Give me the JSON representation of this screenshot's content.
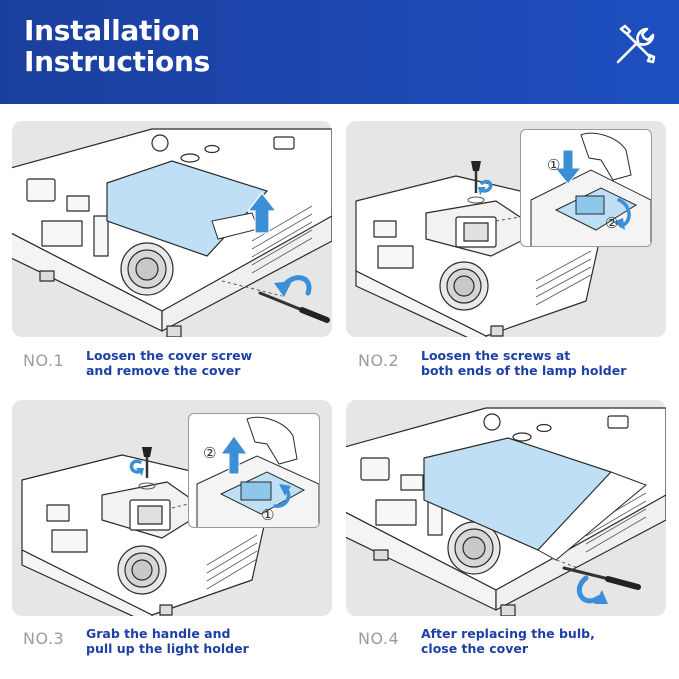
{
  "header": {
    "title_line1": "Installation",
    "title_line2": "Instructions",
    "icon": "tools-icon"
  },
  "steps": [
    {
      "number": "NO.1",
      "line1": "Loosen the cover screw",
      "line2": "and remove the cover"
    },
    {
      "number": "NO.2",
      "line1": "Loosen the screws at",
      "line2": "both ends of the lamp holder"
    },
    {
      "number": "NO.3",
      "line1": "Grab the handle and",
      "line2": "pull up the light holder"
    },
    {
      "number": "NO.4",
      "line1": "After replacing the bulb,",
      "line2": "close the cover"
    }
  ],
  "insets": {
    "step2": {
      "marker1": "①",
      "marker2": "②"
    },
    "step3": {
      "marker1": "①",
      "marker2": "②"
    }
  },
  "colors": {
    "header_blue": "#1d4fc0",
    "caption_blue": "#1e3fa6",
    "highlight_blue": "#bfe0f4",
    "arrow_blue": "#3a8fd6",
    "panel_gray": "#e6e6e6",
    "number_gray": "#9c9c9c"
  }
}
